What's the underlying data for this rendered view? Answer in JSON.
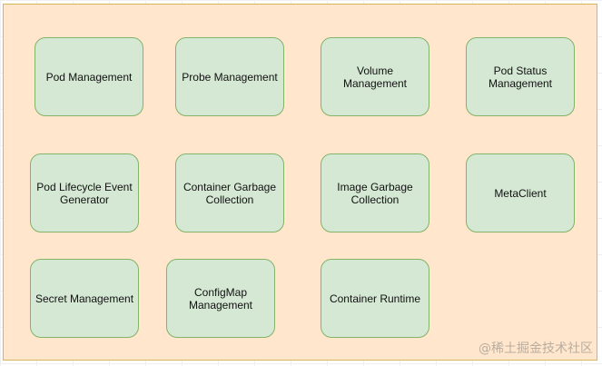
{
  "nodes": [
    "Pod Management",
    "Probe Management",
    "Volume Management",
    "Pod Status Management",
    "Pod Lifecycle Event Generator",
    "Container Garbage Collection",
    "Image Garbage Collection",
    "MetaClient",
    "Secret Management",
    "ConfigMap Management",
    "Container Runtime"
  ],
  "watermark": "@稀土掘金技术社区",
  "colors": {
    "frame_fill": "#ffe6cc",
    "frame_stroke": "#d6b656",
    "node_fill": "#d5e8d4",
    "node_stroke": "#82b366"
  }
}
